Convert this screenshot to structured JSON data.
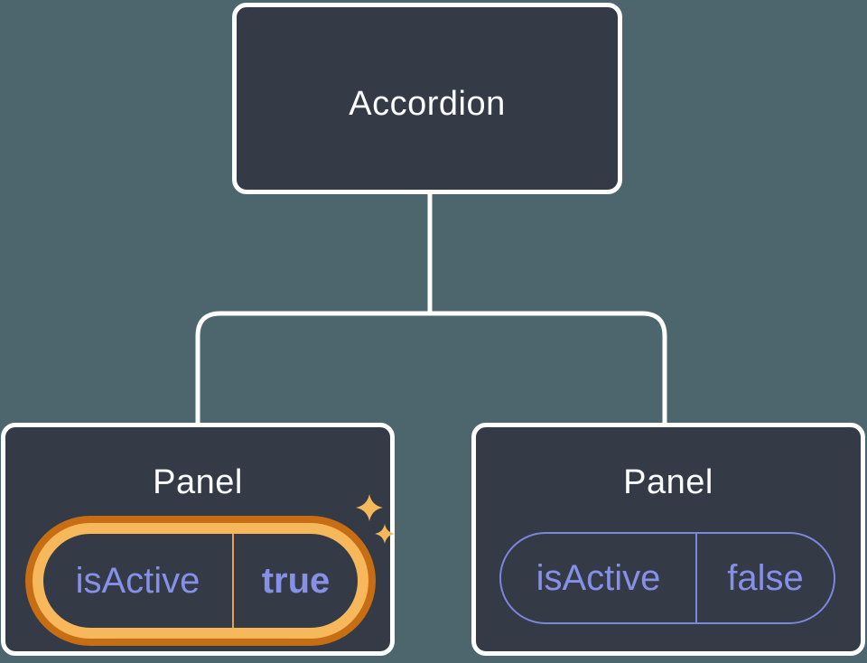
{
  "colors": {
    "background": "#4D666E",
    "node-fill": "#343A46",
    "node-border": "#FFFFFF",
    "connector": "#FFFFFF",
    "title-text": "#FCFDFF",
    "prop-text": "#8790E8",
    "prop-border": "#7C86DD",
    "highlight-gold": "#F7B85C",
    "highlight-orange": "#C76E14",
    "highlight-divider": "#E6A14F"
  },
  "tree": {
    "root": {
      "label": "Accordion"
    },
    "children": [
      {
        "label": "Panel",
        "prop": {
          "name": "isActive",
          "value": "true"
        },
        "state_highlighted": true
      },
      {
        "label": "Panel",
        "prop": {
          "name": "isActive",
          "value": "false"
        },
        "state_highlighted": false
      }
    ]
  }
}
